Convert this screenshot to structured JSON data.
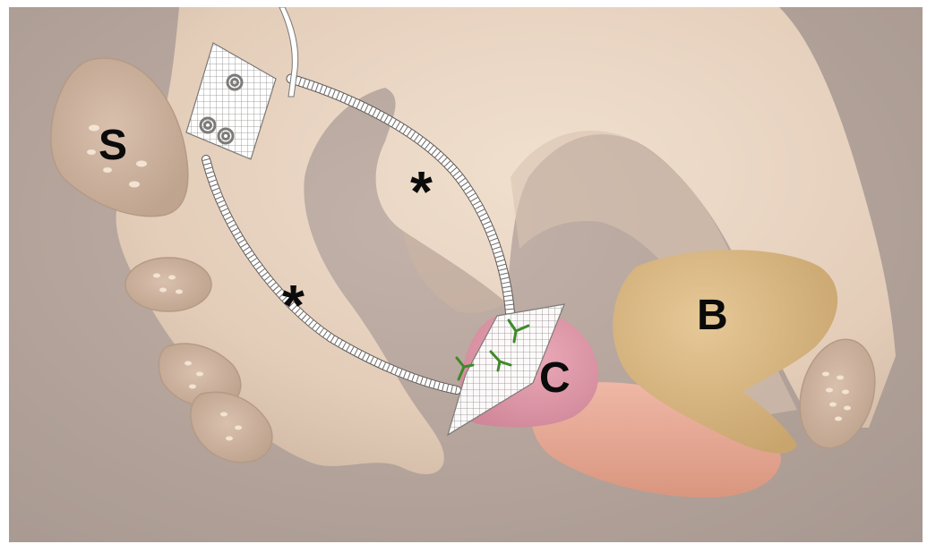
{
  "labels": {
    "sacrum": "S",
    "bladder": "B",
    "cervix": "C",
    "mesh_marker": "*"
  },
  "colors": {
    "background": "#b3a39a",
    "pelvis_bone": "#e6d2c0",
    "bone_cut": "#cbb19e",
    "bladder": "#d8b884",
    "cervix": "#dd9bab",
    "vagina": "#e8ad9e",
    "mesh": "#ffffff",
    "suture": "#3e8a2a",
    "label_text": "#0b0b0b"
  },
  "icons": [
    "helical-tack-icon",
    "suture-stitch-icon"
  ]
}
